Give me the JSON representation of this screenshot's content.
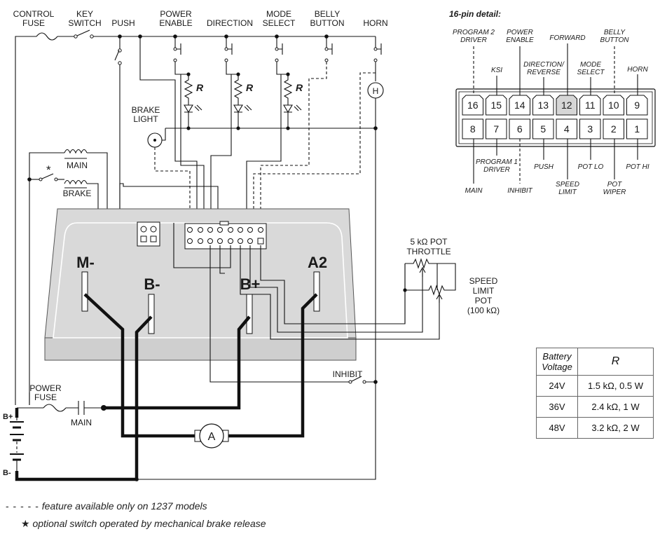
{
  "top_labels": {
    "control_fuse": [
      "CONTROL",
      "FUSE"
    ],
    "key_switch": [
      "KEY",
      "SWITCH"
    ],
    "push": "PUSH",
    "power_enable": [
      "POWER",
      "ENABLE"
    ],
    "direction": "DIRECTION",
    "mode_select": [
      "MODE",
      "SELECT"
    ],
    "belly_button": [
      "BELLY",
      "BUTTON"
    ],
    "horn": "HORN"
  },
  "resistor_label": "R",
  "horn_symbol": "H",
  "brake_light": [
    "BRAKE",
    "LIGHT"
  ],
  "contactor_main": "MAIN",
  "contactor_brake": "BRAKE",
  "optional_star": "*",
  "terminals": {
    "m_minus": "M-",
    "b_minus": "B-",
    "b_plus": "B+",
    "a2": "A2"
  },
  "throttle": [
    "5 kΩ POT",
    "THROTTLE"
  ],
  "speed_limit_pot": [
    "SPEED",
    "LIMIT",
    "POT",
    "(100 kΩ)"
  ],
  "inhibit": "INHIBIT",
  "power_fuse": [
    "POWER",
    "FUSE"
  ],
  "main_switch": "MAIN",
  "battery": {
    "plus": "B+",
    "minus": "B-"
  },
  "motor_symbol": "A",
  "pin_detail": {
    "title": "16-pin detail:",
    "top_row": [
      "16",
      "15",
      "14",
      "13",
      "12",
      "11",
      "10",
      "9"
    ],
    "bottom_row": [
      "8",
      "7",
      "6",
      "5",
      "4",
      "3",
      "2",
      "1"
    ],
    "top_labels": {
      "program2": [
        "PROGRAM 2",
        "DRIVER"
      ],
      "ksi": "KSI",
      "power_enable": [
        "POWER",
        "ENABLE"
      ],
      "direction": [
        "DIRECTION/",
        "REVERSE"
      ],
      "forward": "FORWARD",
      "mode_select": [
        "MODE",
        "SELECT"
      ],
      "belly_button": [
        "BELLY",
        "BUTTON"
      ],
      "horn": "HORN"
    },
    "bottom_labels": {
      "main": "MAIN",
      "program1": [
        "PROGRAM 1",
        "DRIVER"
      ],
      "inhibit": "INHIBIT",
      "push": "PUSH",
      "speed_limit": [
        "SPEED",
        "LIMIT"
      ],
      "pot_lo": "POT LO",
      "pot_wiper": [
        "POT",
        "WIPER"
      ],
      "pot_hi": "POT HI"
    }
  },
  "battery_table": {
    "header_voltage": [
      "Battery",
      "Voltage"
    ],
    "header_r": "R",
    "rows": [
      {
        "voltage": "24V",
        "r": "1.5 kΩ, 0.5 W"
      },
      {
        "voltage": "36V",
        "r": "2.4 kΩ, 1 W"
      },
      {
        "voltage": "48V",
        "r": "3.2 kΩ, 2 W"
      }
    ]
  },
  "legend": {
    "dashed_symbol": "- - - - -",
    "dashed_text": "feature available only on 1237 models",
    "star_symbol": "★",
    "star_text": "optional switch operated by mechanical brake release"
  }
}
